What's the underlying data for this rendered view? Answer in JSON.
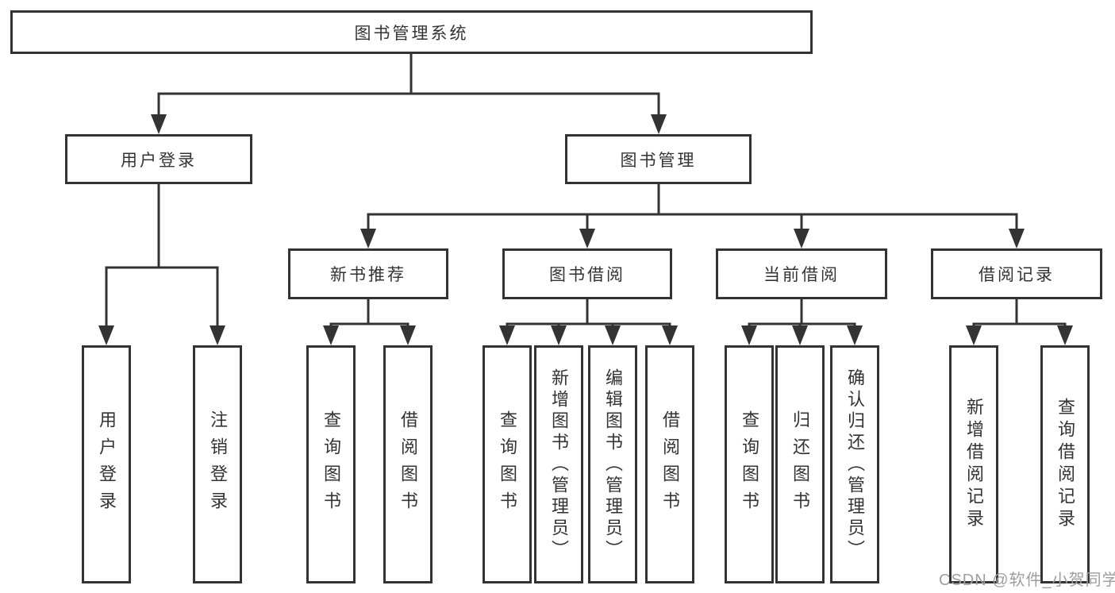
{
  "nodes": {
    "root": "图书管理系统",
    "user_login": "用户登录",
    "book_management": "图书管理",
    "new_book_recommend": "新书推荐",
    "book_borrow": "图书借阅",
    "current_borrow": "当前借阅",
    "borrow_records": "借阅记录",
    "ul_user_login": "用户登录",
    "ul_logout": "注销登录",
    "nb_query_books": "查询图书",
    "nb_borrow_books": "借阅图书",
    "bb_query_books": "查询图书",
    "bb_add_books": "新增图书（管理员）",
    "bb_edit_books": "编辑图书（管理员）",
    "bb_borrow_books": "借阅图书",
    "cb_query_books": "查询图书",
    "cb_return_books": "归还图书",
    "cb_confirm_return": "确认归还（管理员）",
    "br_add_record": "新增借阅记录",
    "br_query_record": "查询借阅记录"
  },
  "watermark": "CSDN @软件_小贺同学",
  "colors": {
    "line": "#333333",
    "box_border": "#333333",
    "text": "#333333",
    "background": "#ffffff",
    "watermark": "#9e9e9e"
  }
}
